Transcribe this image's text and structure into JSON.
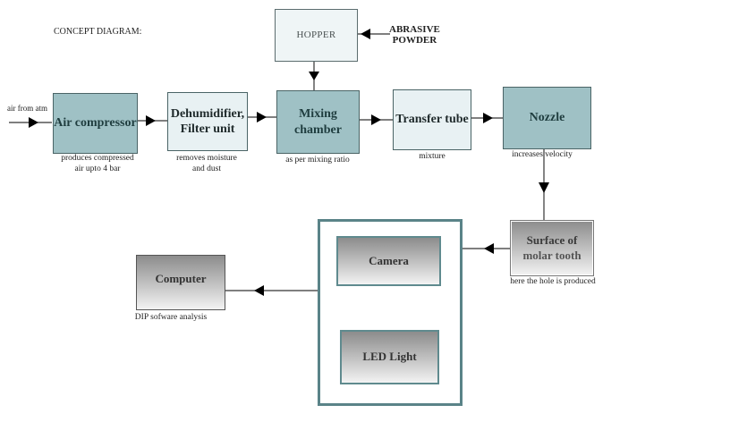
{
  "title": "CONCEPT DIAGRAM:",
  "input_label": "air from atm",
  "abrasive_label": "ABRASIVE POWDER",
  "boxes": {
    "air_compressor": {
      "label": "Air compressor",
      "note": "produces compressed air upto 4 bar"
    },
    "dehumidifier": {
      "label": "Dehumidifier, Filter unit",
      "note": "removes moisture and dust"
    },
    "hopper": {
      "label": "HOPPER"
    },
    "mixing_chamber": {
      "label": "Mixing chamber",
      "note": "as per mixing ratio"
    },
    "transfer_tube": {
      "label": "Transfer tube",
      "note": "mixture"
    },
    "nozzle": {
      "label": "Nozzle",
      "note": "increases velocity"
    },
    "surface": {
      "label": "Surface of molar tooth",
      "note": "here the hole is produced"
    },
    "camera": {
      "label": "Camera"
    },
    "led_light": {
      "label": "LED Light"
    },
    "computer": {
      "label": "Computer",
      "note": "DIP sofware analysis"
    }
  },
  "notes_lines": {
    "air_compressor": [
      "produces compressed",
      "air upto 4 bar"
    ],
    "dehumidifier": [
      "removes moisture",
      "and dust"
    ],
    "dehumidifier_label": [
      "Dehumidifier,",
      "Filter unit"
    ],
    "mixing_label": [
      "Mixing",
      "chamber"
    ],
    "surface_label": [
      "Surface of",
      "molar tooth"
    ],
    "abrasive": [
      "ABRASIVE",
      "POWDER"
    ]
  },
  "colors": {
    "process_teal": "#9fc1c5",
    "process_pale": "#e8f1f3",
    "frame_border": "#5a8388",
    "arrow": "#000000"
  }
}
